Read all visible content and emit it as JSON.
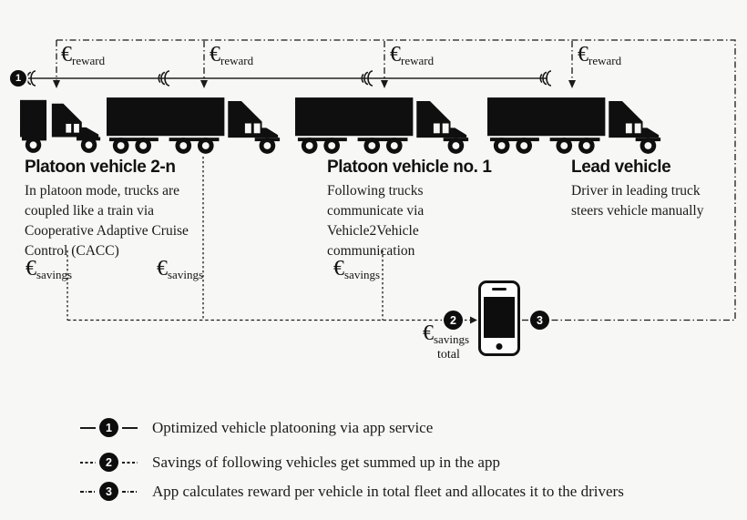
{
  "colors": {
    "ink": "#141414",
    "background": "#f7f7f6"
  },
  "labels": {
    "euro": "€",
    "reward": "reward",
    "savings": "savings",
    "total": "total"
  },
  "markers": {
    "platooning": "1",
    "savings_sum": "2",
    "reward_allocation": "3"
  },
  "vehicles": [
    {
      "title": "Platoon vehicle 2-n",
      "desc": [
        "In platoon mode, trucks are",
        "coupled like a train via",
        "Cooperative Adaptive Cruise",
        "Control (CACC)"
      ]
    },
    {
      "title": "Platoon vehicle no. 1",
      "desc": [
        "Following trucks",
        "communicate via",
        "Vehicle2Vehicle",
        "communication"
      ]
    },
    {
      "title": "Lead vehicle",
      "desc": [
        "Driver in leading truck",
        "steers vehicle manually"
      ]
    }
  ],
  "legend": {
    "items": [
      {
        "num": "1",
        "line_style": "solid",
        "text": "Optimized vehicle platooning via app service"
      },
      {
        "num": "2",
        "line_style": "dashed",
        "text": "Savings of following vehicles get summed up in the app"
      },
      {
        "num": "3",
        "line_style": "dashdot",
        "text": "App calculates reward per vehicle in total fleet and allocates it to the drivers"
      }
    ]
  }
}
